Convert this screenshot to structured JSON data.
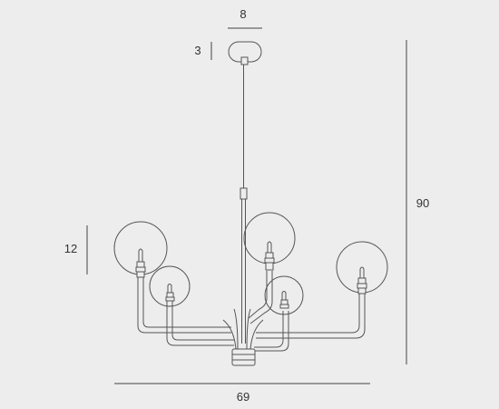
{
  "dimensions": {
    "canopy_width": "8",
    "canopy_height": "3",
    "total_height": "90",
    "globe_height": "12",
    "total_width": "69"
  },
  "colors": {
    "background": "#ededed",
    "line": "#555555",
    "dimension_line": "#444444",
    "text": "#333333"
  }
}
